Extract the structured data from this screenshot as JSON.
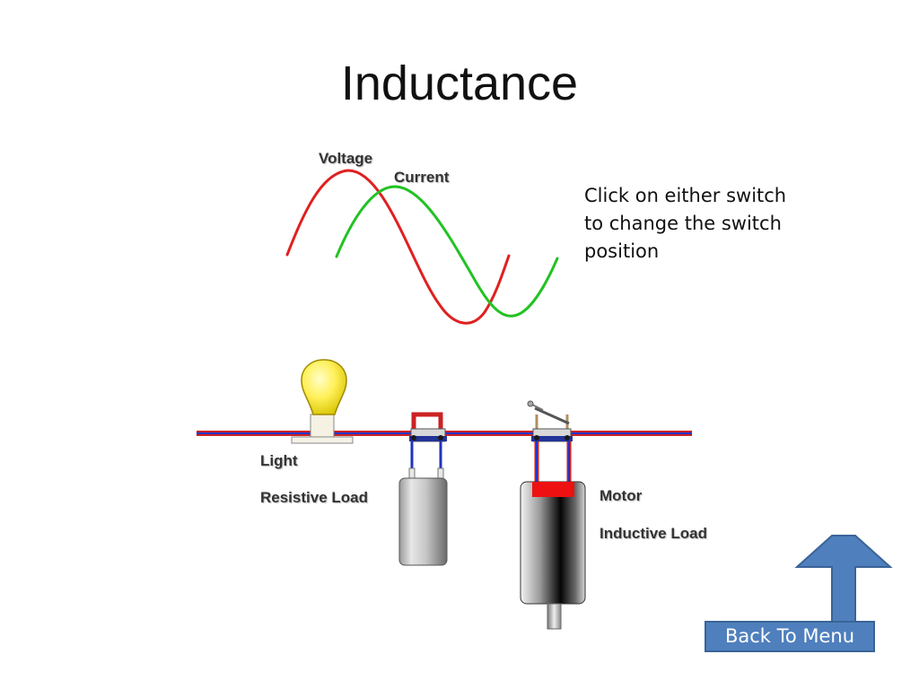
{
  "slide": {
    "title": "Inductance",
    "instructions": [
      "Click on either switch",
      "to change the switch",
      "position"
    ]
  },
  "waveform": {
    "voltage_label": "Voltage",
    "current_label": "Current",
    "voltage_color": "#e02020",
    "current_color": "#22c222"
  },
  "circuit": {
    "light_label": "Light",
    "resistive_label": "Resistive Load",
    "motor_label": "Motor",
    "inductive_label": "Inductive Load",
    "wire_color": "#cc2222",
    "wire_core_color": "#2233cc"
  },
  "navigation": {
    "back_label": "Back To Menu",
    "button_color": "#4f7fbd"
  }
}
